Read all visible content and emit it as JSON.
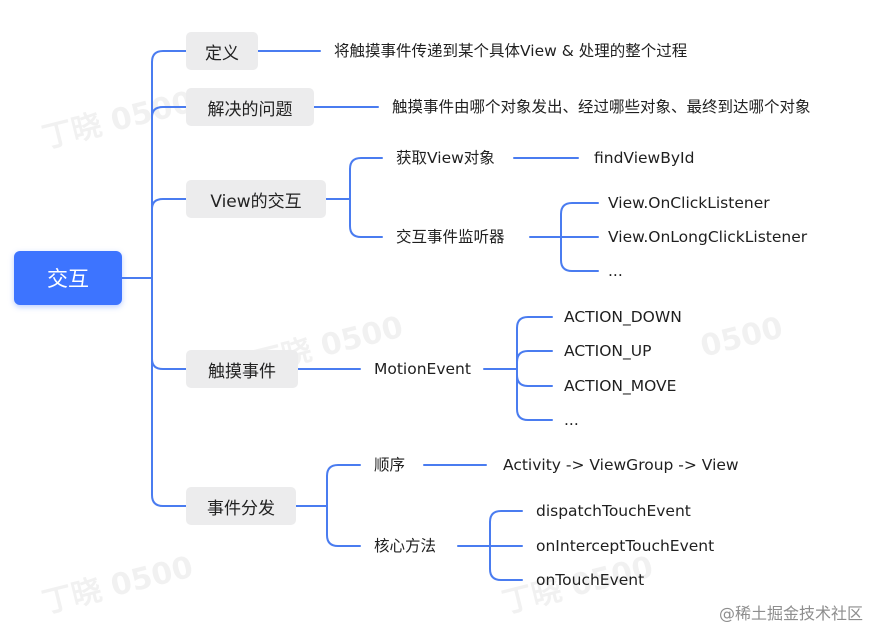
{
  "root": {
    "label": "交互"
  },
  "definition": {
    "label": "定义",
    "text": "将触摸事件传递到某个具体View & 处理的整个过程"
  },
  "problem": {
    "label": "解决的问题",
    "text": "触摸事件由哪个对象发出、经过哪些对象、最终到达哪个对象"
  },
  "view_interaction": {
    "label": "View的交互",
    "get_view": {
      "label": "获取View对象",
      "method": "findViewById"
    },
    "listeners": {
      "label": "交互事件监听器",
      "items": [
        "View.OnClickListener",
        "View.OnLongClickListener",
        "..."
      ]
    }
  },
  "touch_event": {
    "label": "触摸事件",
    "class_name": "MotionEvent",
    "actions": [
      "ACTION_DOWN",
      "ACTION_UP",
      "ACTION_MOVE",
      "..."
    ]
  },
  "dispatch": {
    "label": "事件分发",
    "order": {
      "label": "顺序",
      "text": "Activity -> ViewGroup -> View"
    },
    "core_methods": {
      "label": "核心方法",
      "items": [
        "dispatchTouchEvent",
        "onInterceptTouchEvent",
        "onTouchEvent"
      ]
    }
  },
  "watermark": {
    "text": "@稀土掘金技术社区"
  },
  "colors": {
    "accent": "#3d74ff",
    "line": "#4a7cf0",
    "node_bg": "#ececed"
  }
}
